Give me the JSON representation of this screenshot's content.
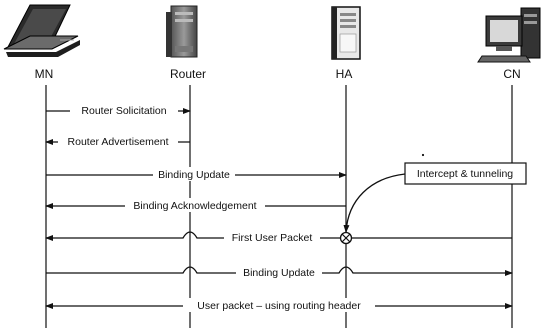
{
  "nodes": [
    {
      "id": "mn",
      "label": "MN",
      "icon": "laptop-icon"
    },
    {
      "id": "router",
      "label": "Router",
      "icon": "router-icon"
    },
    {
      "id": "ha",
      "label": "HA",
      "icon": "server-tower-icon"
    },
    {
      "id": "cn",
      "label": "CN",
      "icon": "desktop-computer-icon"
    }
  ],
  "messages": [
    {
      "id": "router-solicitation",
      "label": "Router Solicitation",
      "from": "mn",
      "to": "router"
    },
    {
      "id": "router-advertisement",
      "label": "Router Advertisement",
      "from": "router",
      "to": "mn"
    },
    {
      "id": "binding-update-ha",
      "label": "Binding Update",
      "from": "mn",
      "to": "ha"
    },
    {
      "id": "binding-ack",
      "label": "Binding Acknowledgement",
      "from": "ha",
      "to": "mn"
    },
    {
      "id": "first-user-packet",
      "label": "First User Packet",
      "from": "cn",
      "to": "mn",
      "via": "ha"
    },
    {
      "id": "binding-update-cn",
      "label": "Binding Update",
      "from": "mn",
      "to": "cn"
    },
    {
      "id": "user-packet",
      "label": "User packet – using routing header",
      "from": "mn",
      "to": "cn",
      "bidirectional": true
    }
  ],
  "callout": {
    "label": "Intercept & tunneling"
  },
  "colors": {
    "line": "#111111",
    "background": "#ffffff"
  }
}
